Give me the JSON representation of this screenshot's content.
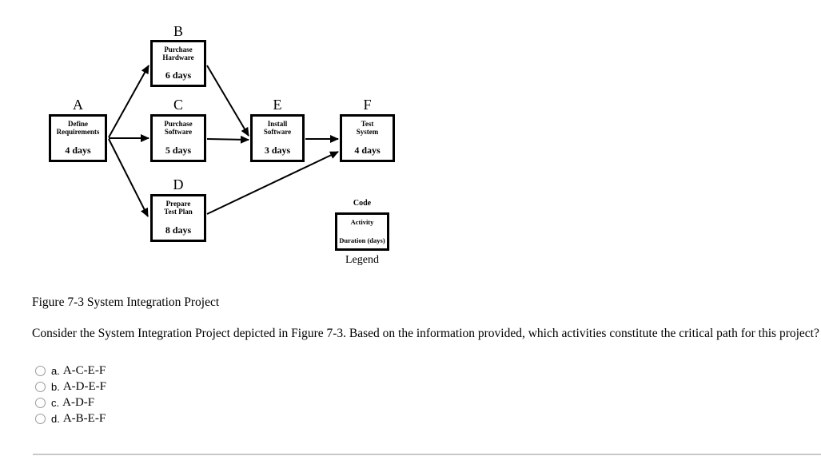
{
  "diagram": {
    "nodes": [
      {
        "code": "A",
        "name_line1": "Define",
        "name_line2": "Requirements",
        "duration": "4 days"
      },
      {
        "code": "B",
        "name_line1": "Purchase",
        "name_line2": "Hardware",
        "duration": "6 days"
      },
      {
        "code": "C",
        "name_line1": "Purchase",
        "name_line2": "Software",
        "duration": "5 days"
      },
      {
        "code": "D",
        "name_line1": "Prepare",
        "name_line2": "Test Plan",
        "duration": "8 days"
      },
      {
        "code": "E",
        "name_line1": "Install",
        "name_line2": "Software",
        "duration": "3 days"
      },
      {
        "code": "F",
        "name_line1": "Test",
        "name_line2": "System",
        "duration": "4 days"
      }
    ],
    "edges": [
      {
        "from": "A",
        "to": "B"
      },
      {
        "from": "A",
        "to": "C"
      },
      {
        "from": "A",
        "to": "D"
      },
      {
        "from": "B",
        "to": "E"
      },
      {
        "from": "C",
        "to": "E"
      },
      {
        "from": "D",
        "to": "F"
      },
      {
        "from": "E",
        "to": "F"
      }
    ],
    "legend": {
      "title": "Code",
      "activity_label": "Activity",
      "duration_label": "Duration (days)",
      "caption": "Legend"
    }
  },
  "figure_caption": "Figure 7-3 System Integration Project",
  "question": "Consider the System Integration Project depicted in Figure 7-3. Based on the information provided, which activities constitute the critical path for this project?",
  "options": [
    {
      "letter": "a.",
      "text": "A-C-E-F",
      "selected": false
    },
    {
      "letter": "b.",
      "text": "A-D-E-F",
      "selected": false
    },
    {
      "letter": "c.",
      "text": "A-D-F",
      "selected": false
    },
    {
      "letter": "d.",
      "text": "A-B-E-F",
      "selected": false
    }
  ],
  "colors": {
    "box_border": "#000000",
    "arrow": "#000000",
    "radio_border": "#9b9b9b",
    "divider": "#c8c8c8",
    "background": "#ffffff"
  }
}
